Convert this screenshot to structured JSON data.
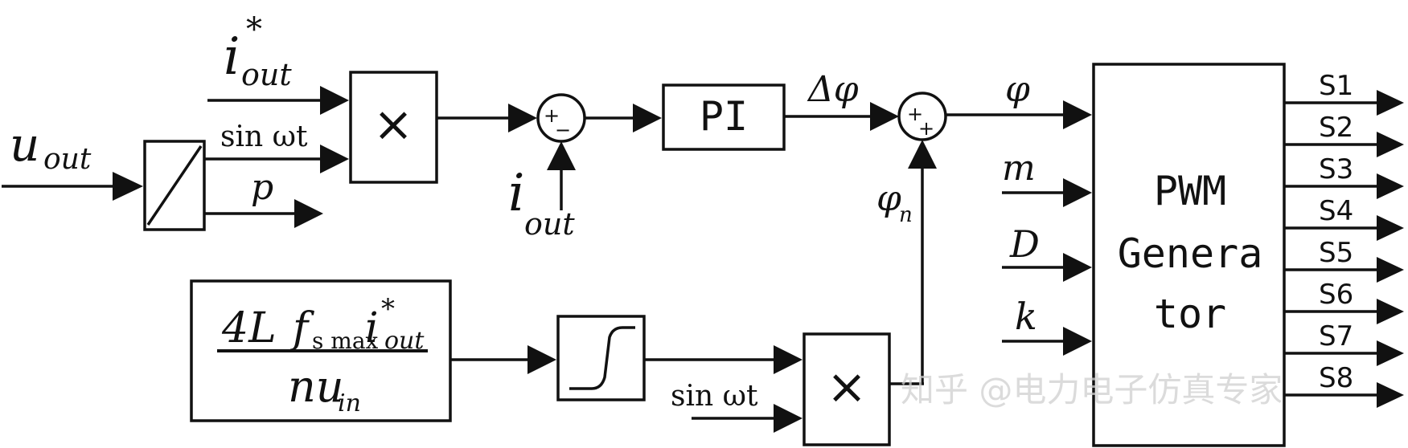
{
  "signals": {
    "u_out_main": "u",
    "u_out_sub": "out",
    "i_ref_main": "i",
    "i_ref_star": "*",
    "i_ref_sub": "out",
    "sin_top": "sin ωt",
    "p": "p",
    "i_out_main": "i",
    "i_out_sub": "out",
    "delta_phi": "Δφ",
    "phi": "φ",
    "phi_n_main": "φ",
    "phi_n_sub": "n",
    "m": "m",
    "D": "D",
    "k": "k",
    "sin_bottom": "sin ωt"
  },
  "blocks": {
    "multiplier_symbol": "×",
    "pi_label": "PI",
    "sum1_plus": "+",
    "sum1_minus": "−",
    "sum2_plus_top": "+",
    "sum2_plus_bottom": "+",
    "pwm_line1": "PWM",
    "pwm_line2": "Genera",
    "pwm_line3": "tor"
  },
  "formula": {
    "num_4L": "4L",
    "num_f": "f",
    "num_f_sub": "s max",
    "num_i": "i",
    "num_i_star": "*",
    "num_i_sub": "out",
    "den_n": "nu",
    "den_sub": "in"
  },
  "outputs": [
    "S1",
    "S2",
    "S3",
    "S4",
    "S5",
    "S6",
    "S7",
    "S8"
  ],
  "watermark": "知乎 @电力电子仿真专家"
}
